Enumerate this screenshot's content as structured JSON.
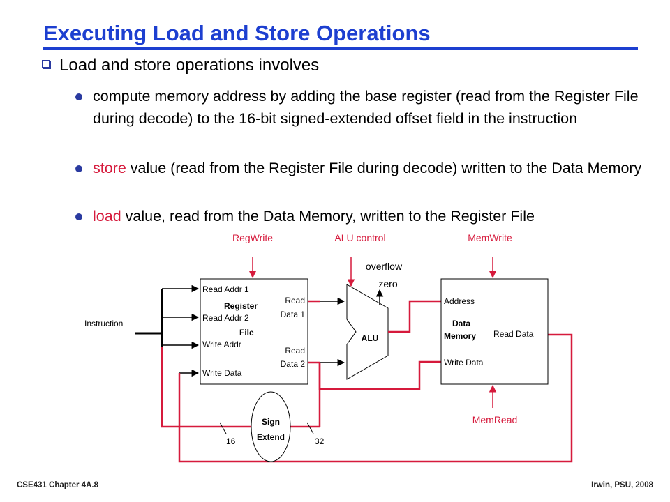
{
  "title": "Executing Load and Store Operations",
  "main_bullet": "Load and store operations involves",
  "sub_bullets": {
    "b1": {
      "text": "compute memory address by adding the base register (read from the Register File during decode) to the 16-bit signed-extended offset field in the instruction"
    },
    "b2": {
      "highlight": "store",
      "rest": " value (read from the Register File during decode) written to the Data Memory"
    },
    "b3": {
      "highlight": "load",
      "rest": " value, read from the Data Memory, written to the Register File"
    }
  },
  "diagram": {
    "control": {
      "regwrite": "RegWrite",
      "alu_control": "ALU control",
      "memwrite": "MemWrite",
      "memread": "MemRead"
    },
    "register_file": {
      "read_addr_1": "Read Addr 1",
      "read_addr_2": "Read Addr 2",
      "write_addr": "Write Addr",
      "write_data": "Write Data",
      "name_line1": "Register",
      "name_line2": "File",
      "read_data_1_a": "Read",
      "read_data_1_b": "Data 1",
      "read_data_2_a": "Read",
      "read_data_2_b": "Data 2"
    },
    "instruction": "Instruction",
    "alu": {
      "label": "ALU",
      "overflow": "overflow",
      "zero": "zero"
    },
    "data_memory": {
      "address": "Address",
      "name_line1": "Data",
      "name_line2": "Memory",
      "read_data": "Read Data",
      "write_data": "Write Data"
    },
    "sign_extend": {
      "line1": "Sign",
      "line2": "Extend",
      "in_width": "16",
      "out_width": "32"
    }
  },
  "footer": {
    "left": "CSE431  Chapter 4A.8",
    "right": "Irwin, PSU, 2008"
  },
  "colors": {
    "title": "#1d3fd0",
    "highlight": "#d61a3c",
    "wire_red": "#d61a3c",
    "bullet": "#2a3aa0"
  }
}
